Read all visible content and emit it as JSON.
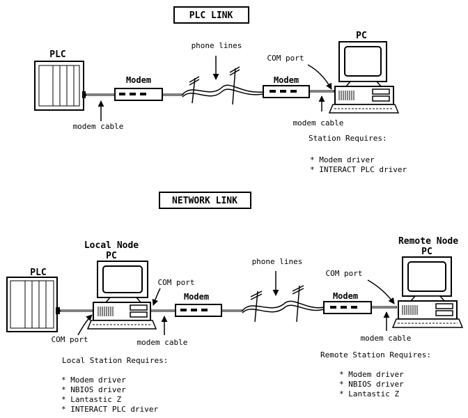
{
  "plc_link": {
    "title": "PLC LINK",
    "plc_label": "PLC",
    "pc_label": "PC",
    "modem_left": "Modem",
    "modem_right": "Modem",
    "phone_lines": "phone lines",
    "com_port": "COM port",
    "modem_cable_left": "modem cable",
    "modem_cable_right": "modem cable",
    "requires_heading": "Station Requires:",
    "requirements": [
      "* Modem driver",
      "* INTERACT PLC driver"
    ]
  },
  "network_link": {
    "title": "NETWORK LINK",
    "local_node_label": "Local Node",
    "local_pc_label": "PC",
    "remote_node_label": "Remote Node",
    "remote_pc_label": "PC",
    "plc_label": "PLC",
    "modem_left": "Modem",
    "modem_right": "Modem",
    "phone_lines": "phone lines",
    "com_port_local_upper": "COM port",
    "com_port_local_lower": "COM port",
    "com_port_remote": "COM port",
    "modem_cable_local": "modem cable",
    "modem_cable_remote": "modem cable",
    "local_requires_heading": "Local Station Requires:",
    "local_requirements": [
      "* Modem driver",
      "* NBIOS driver",
      "* Lantastic Z",
      "* INTERACT PLC driver"
    ],
    "remote_requires_heading": "Remote Station Requires:",
    "remote_requirements": [
      "* Modem driver",
      "* NBIOS driver",
      "* Lantastic Z"
    ]
  }
}
